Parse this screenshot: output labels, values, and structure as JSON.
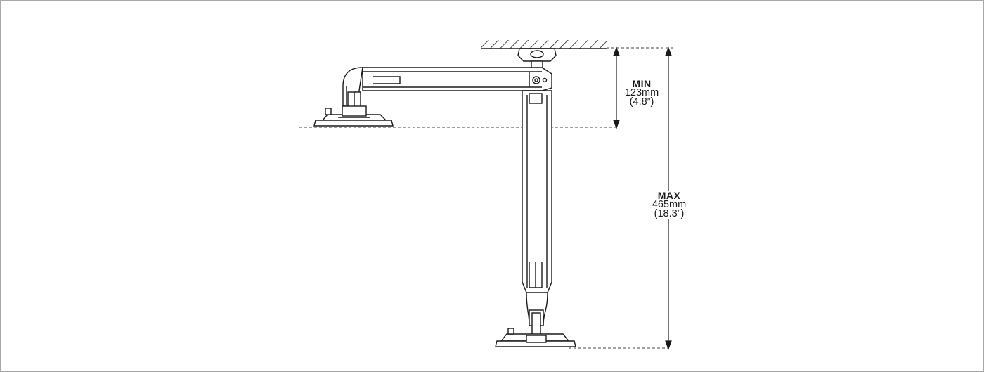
{
  "figure": {
    "min": {
      "title": "MIN",
      "metric": "123mm",
      "imperial": "(4.8”)"
    },
    "max": {
      "title": "MAX",
      "metric": "465mm",
      "imperial": "(18.3”)"
    }
  },
  "colors": {
    "line": "#1a1a1a",
    "dashed": "#444444",
    "frame": "#a8a8a8"
  }
}
